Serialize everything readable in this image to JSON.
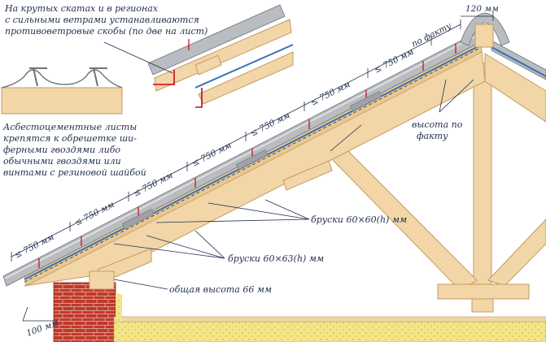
{
  "annotations": {
    "wind_note": [
      "На крутых скатах и в регионах",
      "с сильными ветрами устанавливаются",
      "противоветровые скобы (по две на лист)"
    ],
    "fastening_note": [
      "Асбестоцементные листы",
      "крепятся к обрешетке ши-",
      "ферными гвоздями либо",
      "обычными гвоздями или",
      "винтами с резиновой шайбой"
    ],
    "ridge_width": "120 мм",
    "as_built": "по факту",
    "height_as_built": [
      "высота по",
      "факту"
    ],
    "batten_60x60": "бруски 60×60(h) мм",
    "batten_60x63": "бруски 60×63(h) мм",
    "total_height": "общая высота 66 мм",
    "overhang": "100 мм",
    "spacing": [
      "≤ 750 мм",
      "≤ 750 мм",
      "≤ 750 мм",
      "≤ 750 мм",
      "≤ 750 мм",
      "≤ 750 мм",
      "≤ 750 мм"
    ]
  },
  "colors": {
    "wood": "#f2d6a8",
    "wood_stroke": "#c49a62",
    "sheet": "#b9bcc0",
    "membrane": "#3b6fb5",
    "brick": "#c0392b",
    "insulation": "#f4e58a",
    "accent_red": "#d0021b",
    "ink": "#1f2d4d"
  }
}
